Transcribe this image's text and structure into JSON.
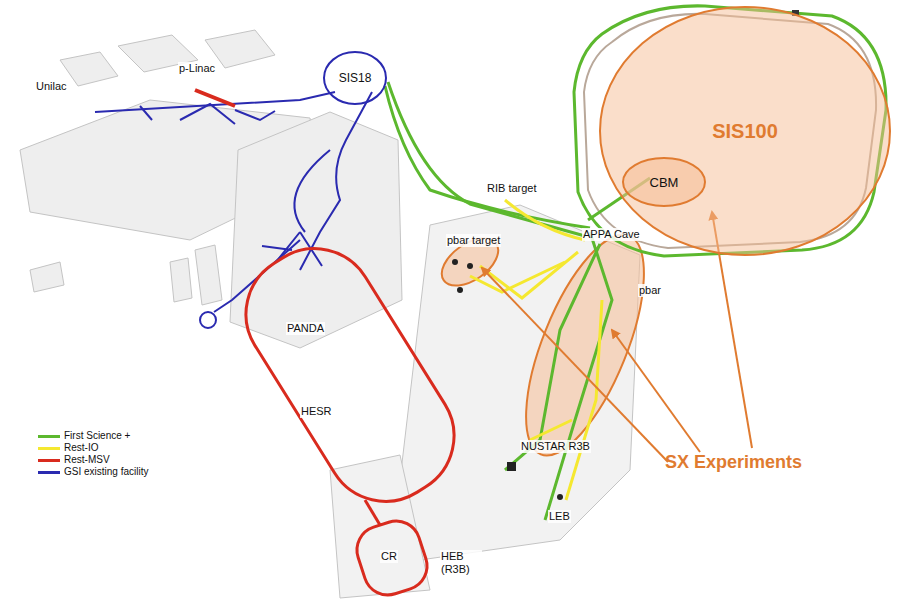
{
  "diagram": {
    "nodes": [
      {
        "text": [
          "SIS100"
        ]
      },
      {
        "text": [
          "SIS18"
        ]
      },
      {
        "text": [
          "CBM"
        ]
      }
    ],
    "labels": [
      "p-Linac",
      "Unilac",
      "RIB target",
      "pbar target",
      "PANDA",
      "APPA Cave",
      "pbar",
      "HESR",
      "NUSTAR R3B",
      "SX Experiments",
      "CR",
      "HEB (R3B)",
      "LEB"
    ],
    "legend": [
      {
        "text": "First Science +",
        "color": "#5cb82e"
      },
      {
        "text": "Rest-IO",
        "color": "#f5e830"
      },
      {
        "text": "Rest-MSV",
        "color": "#d92b1e"
      },
      {
        "text": "GSI existing facility",
        "color": "#2a2ab0"
      }
    ]
  }
}
